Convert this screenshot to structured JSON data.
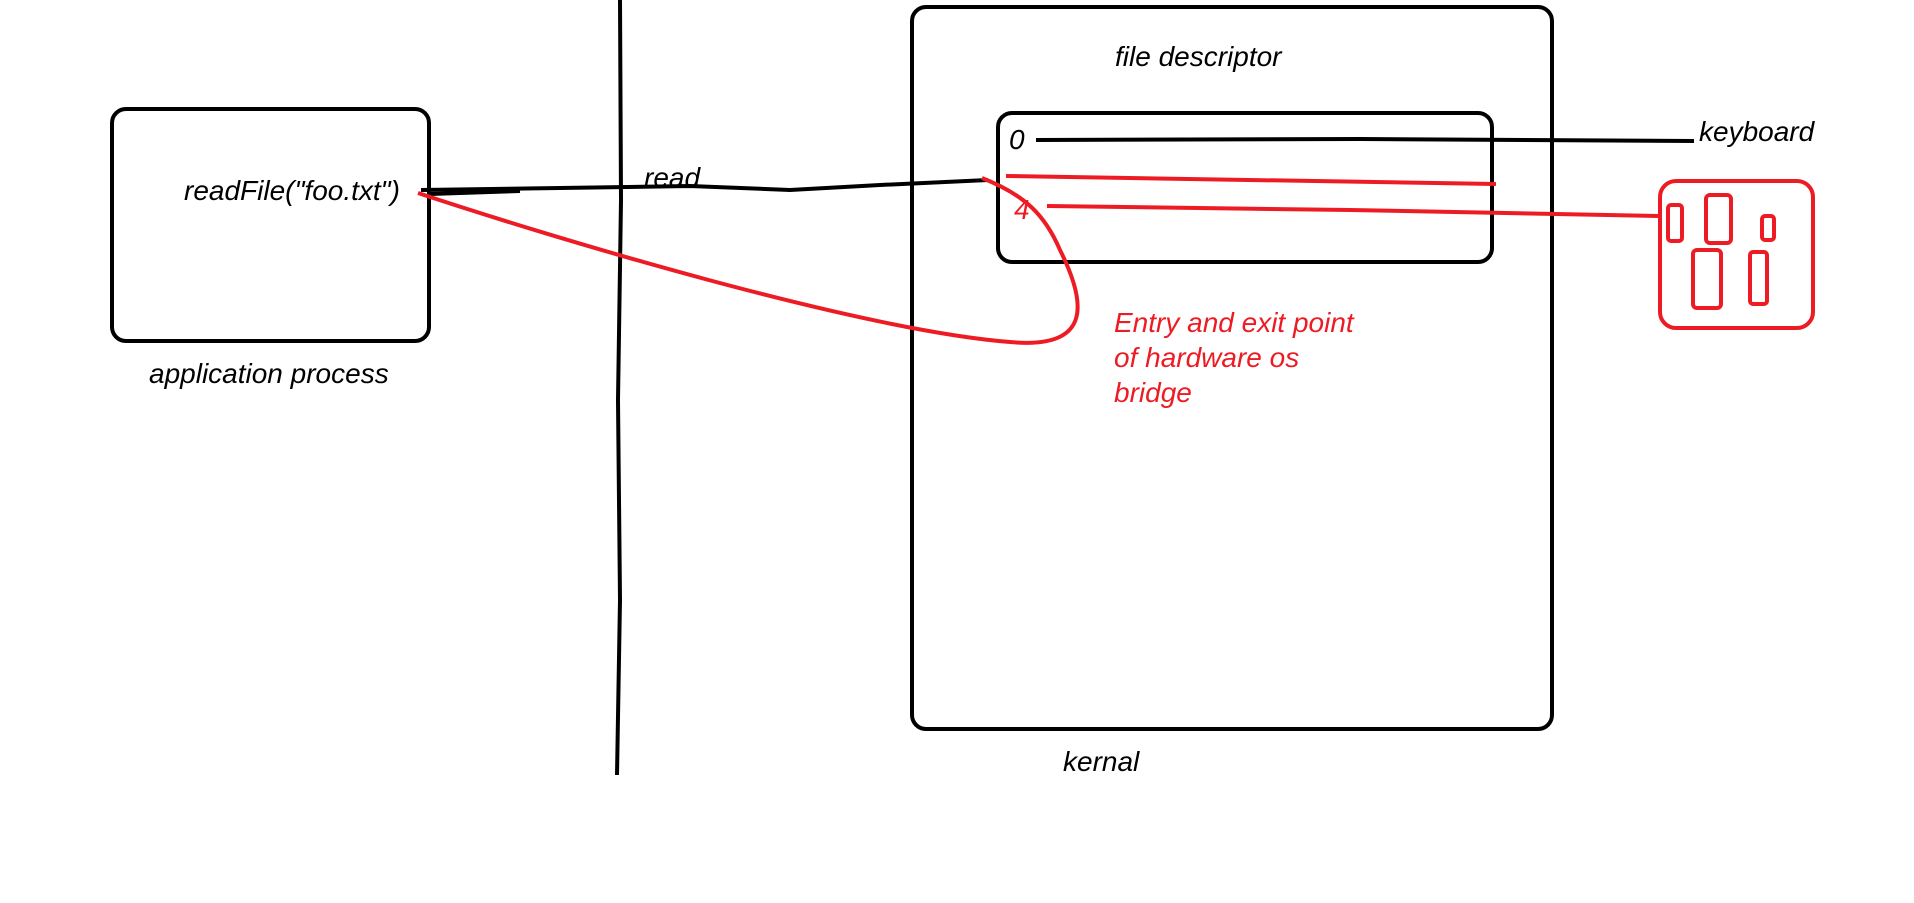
{
  "labels": {
    "read_file_call": "readFile(\"foo.txt\")",
    "application_process": "application process",
    "read": "read",
    "file_descriptor": "file descriptor",
    "fd_zero": "0",
    "fd_four": "4",
    "keyboard": "keyboard",
    "kernel": "kernal",
    "annotation_line1": "Entry and exit point",
    "annotation_line2": "of hardware os",
    "annotation_line3": "bridge"
  },
  "colors": {
    "ink": "#000000",
    "highlight": "#ed1c24",
    "background": "#ffffff"
  },
  "icons": {
    "hardware_device": "hardware-device-icon"
  }
}
